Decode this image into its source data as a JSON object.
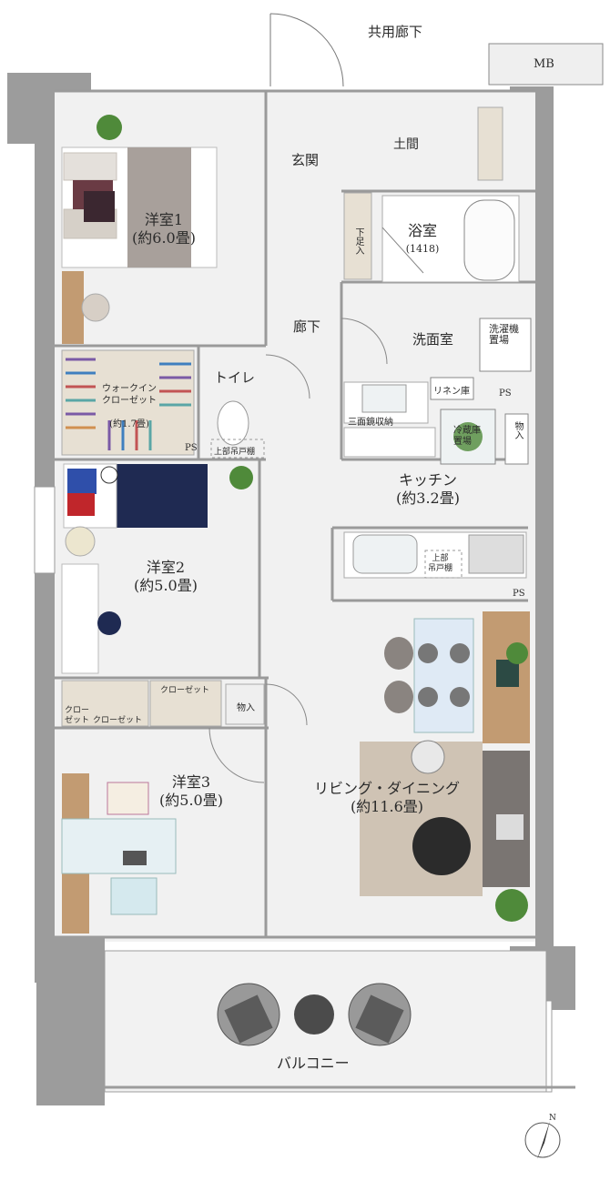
{
  "labels": {
    "corridor_shared": "共用廊下",
    "mb": "MB",
    "doma": "土間",
    "entrance": "玄関",
    "western1_name": "洋室1",
    "western1_area": "(約6.0畳)",
    "shoebox": "下足入",
    "bath_name": "浴室",
    "bath_size": "(1418)",
    "hallway": "廊下",
    "washroom": "洗面室",
    "washing_machine": "洗濯機置場",
    "walkin_name": "ウォークイン\nクローゼット",
    "walkin_area": "(約1.7畳)",
    "toilet": "トイレ",
    "linen": "リネン庫",
    "ps1": "PS",
    "ps2": "PS",
    "ps3": "PS",
    "mirror_storage": "三面鏡収納",
    "upper_cabinet1": "上部吊戸棚",
    "fridge": "冷蔵庫置場",
    "storage1": "物入",
    "kitchen_name": "キッチン",
    "kitchen_area": "(約3.2畳)",
    "upper_cabinet2": "上部\n吊戸棚",
    "western2_name": "洋室2",
    "western2_area": "(約5.0畳)",
    "closet_a": "クロー\nゼット",
    "closet_b": "クローゼット",
    "closet_c": "クローゼット",
    "storage2": "物入",
    "western3_name": "洋室3",
    "western3_area": "(約5.0畳)",
    "living_name": "リビング・ダイニング",
    "living_area": "(約11.6畳)",
    "balcony": "バルコニー",
    "north": "N"
  },
  "colors": {
    "wall": "#9c9c9c",
    "floor": "#f0f0f0",
    "line": "#8a8a8a",
    "rug": "#cfc3b4",
    "sofa": "#7a7572",
    "navy": "#1f2a52",
    "plant": "#4f8a3a"
  }
}
